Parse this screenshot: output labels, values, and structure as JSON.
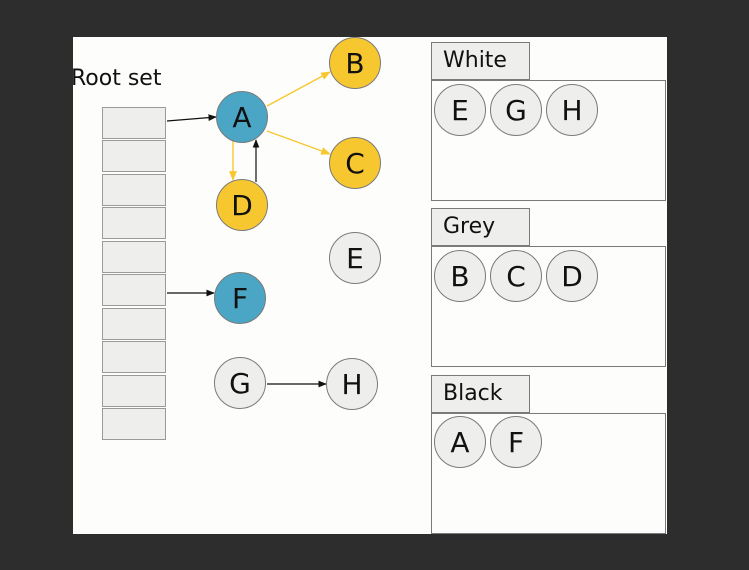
{
  "root_set": {
    "label": "Root set",
    "cell_count": 10
  },
  "nodes": {
    "A": {
      "label": "A",
      "color": "#4aa6c4"
    },
    "B": {
      "label": "B",
      "color": "#f7c730"
    },
    "C": {
      "label": "C",
      "color": "#f7c730"
    },
    "D": {
      "label": "D",
      "color": "#f7c730"
    },
    "E": {
      "label": "E",
      "color": "#eeeeec"
    },
    "F": {
      "label": "F",
      "color": "#4aa6c4"
    },
    "G": {
      "label": "G",
      "color": "#eeeeec"
    },
    "H": {
      "label": "H",
      "color": "#eeeeec"
    }
  },
  "edges": [
    {
      "from": "root",
      "to": "A",
      "color": "#111111"
    },
    {
      "from": "A",
      "to": "B",
      "color": "#f7c730"
    },
    {
      "from": "A",
      "to": "C",
      "color": "#f7c730"
    },
    {
      "from": "A",
      "to": "D",
      "color": "#f7c730"
    },
    {
      "from": "D",
      "to": "A",
      "color": "#111111"
    },
    {
      "from": "root",
      "to": "F",
      "color": "#111111"
    },
    {
      "from": "G",
      "to": "H",
      "color": "#111111"
    }
  ],
  "panels": {
    "white": {
      "title": "White",
      "items": [
        "E",
        "G",
        "H"
      ]
    },
    "grey": {
      "title": "Grey",
      "items": [
        "B",
        "C",
        "D"
      ]
    },
    "black": {
      "title": "Black",
      "items": [
        "A",
        "F"
      ]
    }
  },
  "colors": {
    "reachable": "#4aa6c4",
    "pending": "#f7c730",
    "unmarked": "#eeeeec",
    "background": "#2d2d2d",
    "canvas": "#fdfdfc"
  }
}
